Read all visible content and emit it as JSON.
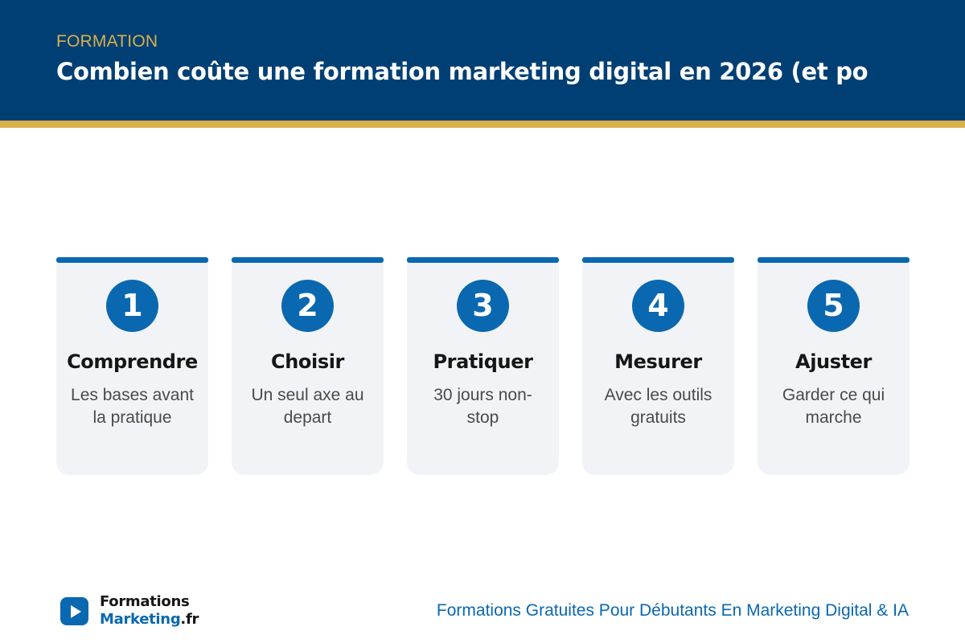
{
  "header": {
    "eyebrow": "FORMATION",
    "title": "Combien coûte une formation marketing digital en 2026 (et po"
  },
  "steps": [
    {
      "number": "1",
      "title": "Comprendre",
      "description": "Les bases avant la pratique"
    },
    {
      "number": "2",
      "title": "Choisir",
      "description": "Un seul axe au depart"
    },
    {
      "number": "3",
      "title": "Pratiquer",
      "description": "30 jours non-stop"
    },
    {
      "number": "4",
      "title": "Mesurer",
      "description": "Avec les outils gratuits"
    },
    {
      "number": "5",
      "title": "Ajuster",
      "description": "Garder ce qui marche"
    }
  ],
  "footer": {
    "logo": {
      "line1": "Formations",
      "line2_word": "Marketing",
      "line2_tld": ".fr",
      "icon": "play-icon"
    },
    "tagline": "Formations Gratuites Pour Débutants En Marketing Digital & IA"
  },
  "colors": {
    "header_bg": "#003f74",
    "accent_gold": "#d8b04a",
    "brand_blue": "#0a68b0",
    "card_bg": "#f1f3f6"
  }
}
